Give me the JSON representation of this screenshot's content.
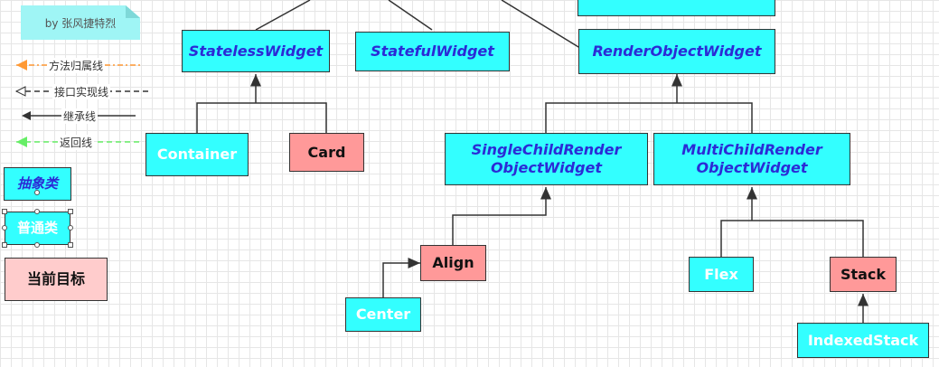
{
  "note": {
    "text": "by 张风捷特烈"
  },
  "legend": {
    "method_line": "方法归属线",
    "interface_line": "接口实现线",
    "inherit_line": "继承线",
    "return_line": "返回线",
    "abstract_class": "抽象类",
    "normal_class": "普通类",
    "current_target": "当前目标",
    "method_color": "#ff9933",
    "return_color": "#66ee66"
  },
  "nodes": {
    "stateless": "StatelessWidget",
    "stateful": "StatefulWidget",
    "render_object": "RenderObjectWidget",
    "container": "Container",
    "card": "Card",
    "single_child": "SingleChildRender\nObjectWidget",
    "multi_child": "MultiChildRender\nObjectWidget",
    "align": "Align",
    "center": "Center",
    "flex": "Flex",
    "stack": "Stack",
    "indexed_stack": "IndexedStack"
  },
  "colors": {
    "class_fill": "#33ffff",
    "abstract_text": "#2b2bd6",
    "target_fill": "#ff9999",
    "target_legend_fill": "#ffcccc",
    "note_fill": "#9ff5f5"
  }
}
